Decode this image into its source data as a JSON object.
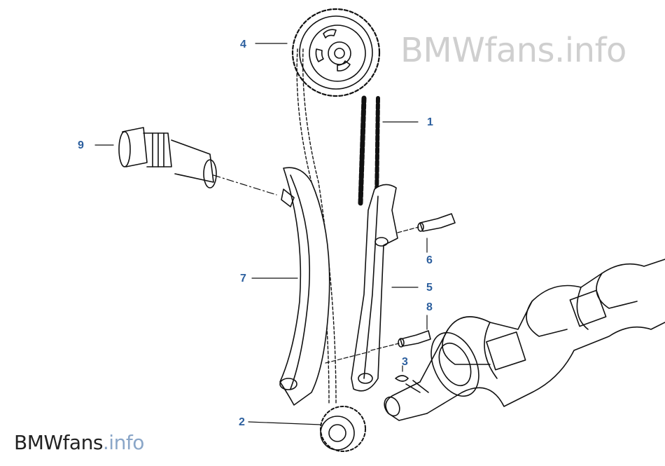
{
  "colors": {
    "callout": "#2c5f9e",
    "line": "#111111",
    "watermark_big": "#cfcfcf",
    "watermark_small_main": "#222222",
    "watermark_small_suffix": "#8aa6c8"
  },
  "watermark": {
    "brand": "BMWfans",
    "suffix": ".info"
  },
  "callouts": [
    {
      "id": "1",
      "label": "1",
      "part": "timing-chain"
    },
    {
      "id": "2",
      "label": "2",
      "part": "crankshaft-sprocket"
    },
    {
      "id": "3",
      "label": "3",
      "part": "woodruff-key"
    },
    {
      "id": "4",
      "label": "4",
      "part": "camshaft-sprocket"
    },
    {
      "id": "5",
      "label": "5",
      "part": "tensioner-rail"
    },
    {
      "id": "6",
      "label": "6",
      "part": "pivot-pin"
    },
    {
      "id": "7",
      "label": "7",
      "part": "guide-rail"
    },
    {
      "id": "8",
      "label": "8",
      "part": "pivot-pin-lower"
    },
    {
      "id": "9",
      "label": "9",
      "part": "chain-tensioner"
    }
  ]
}
